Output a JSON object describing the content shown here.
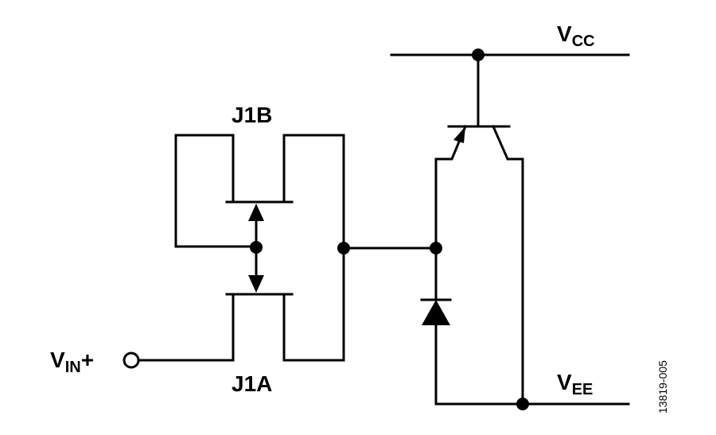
{
  "labels": {
    "vcc": {
      "main": "V",
      "sub": "CC"
    },
    "vee": {
      "main": "V",
      "sub": "EE"
    },
    "vin": {
      "main": "V",
      "sub": "IN",
      "suffix": "+"
    },
    "j1b": "J1B",
    "j1a": "J1A",
    "figure_number": "13819-005"
  }
}
